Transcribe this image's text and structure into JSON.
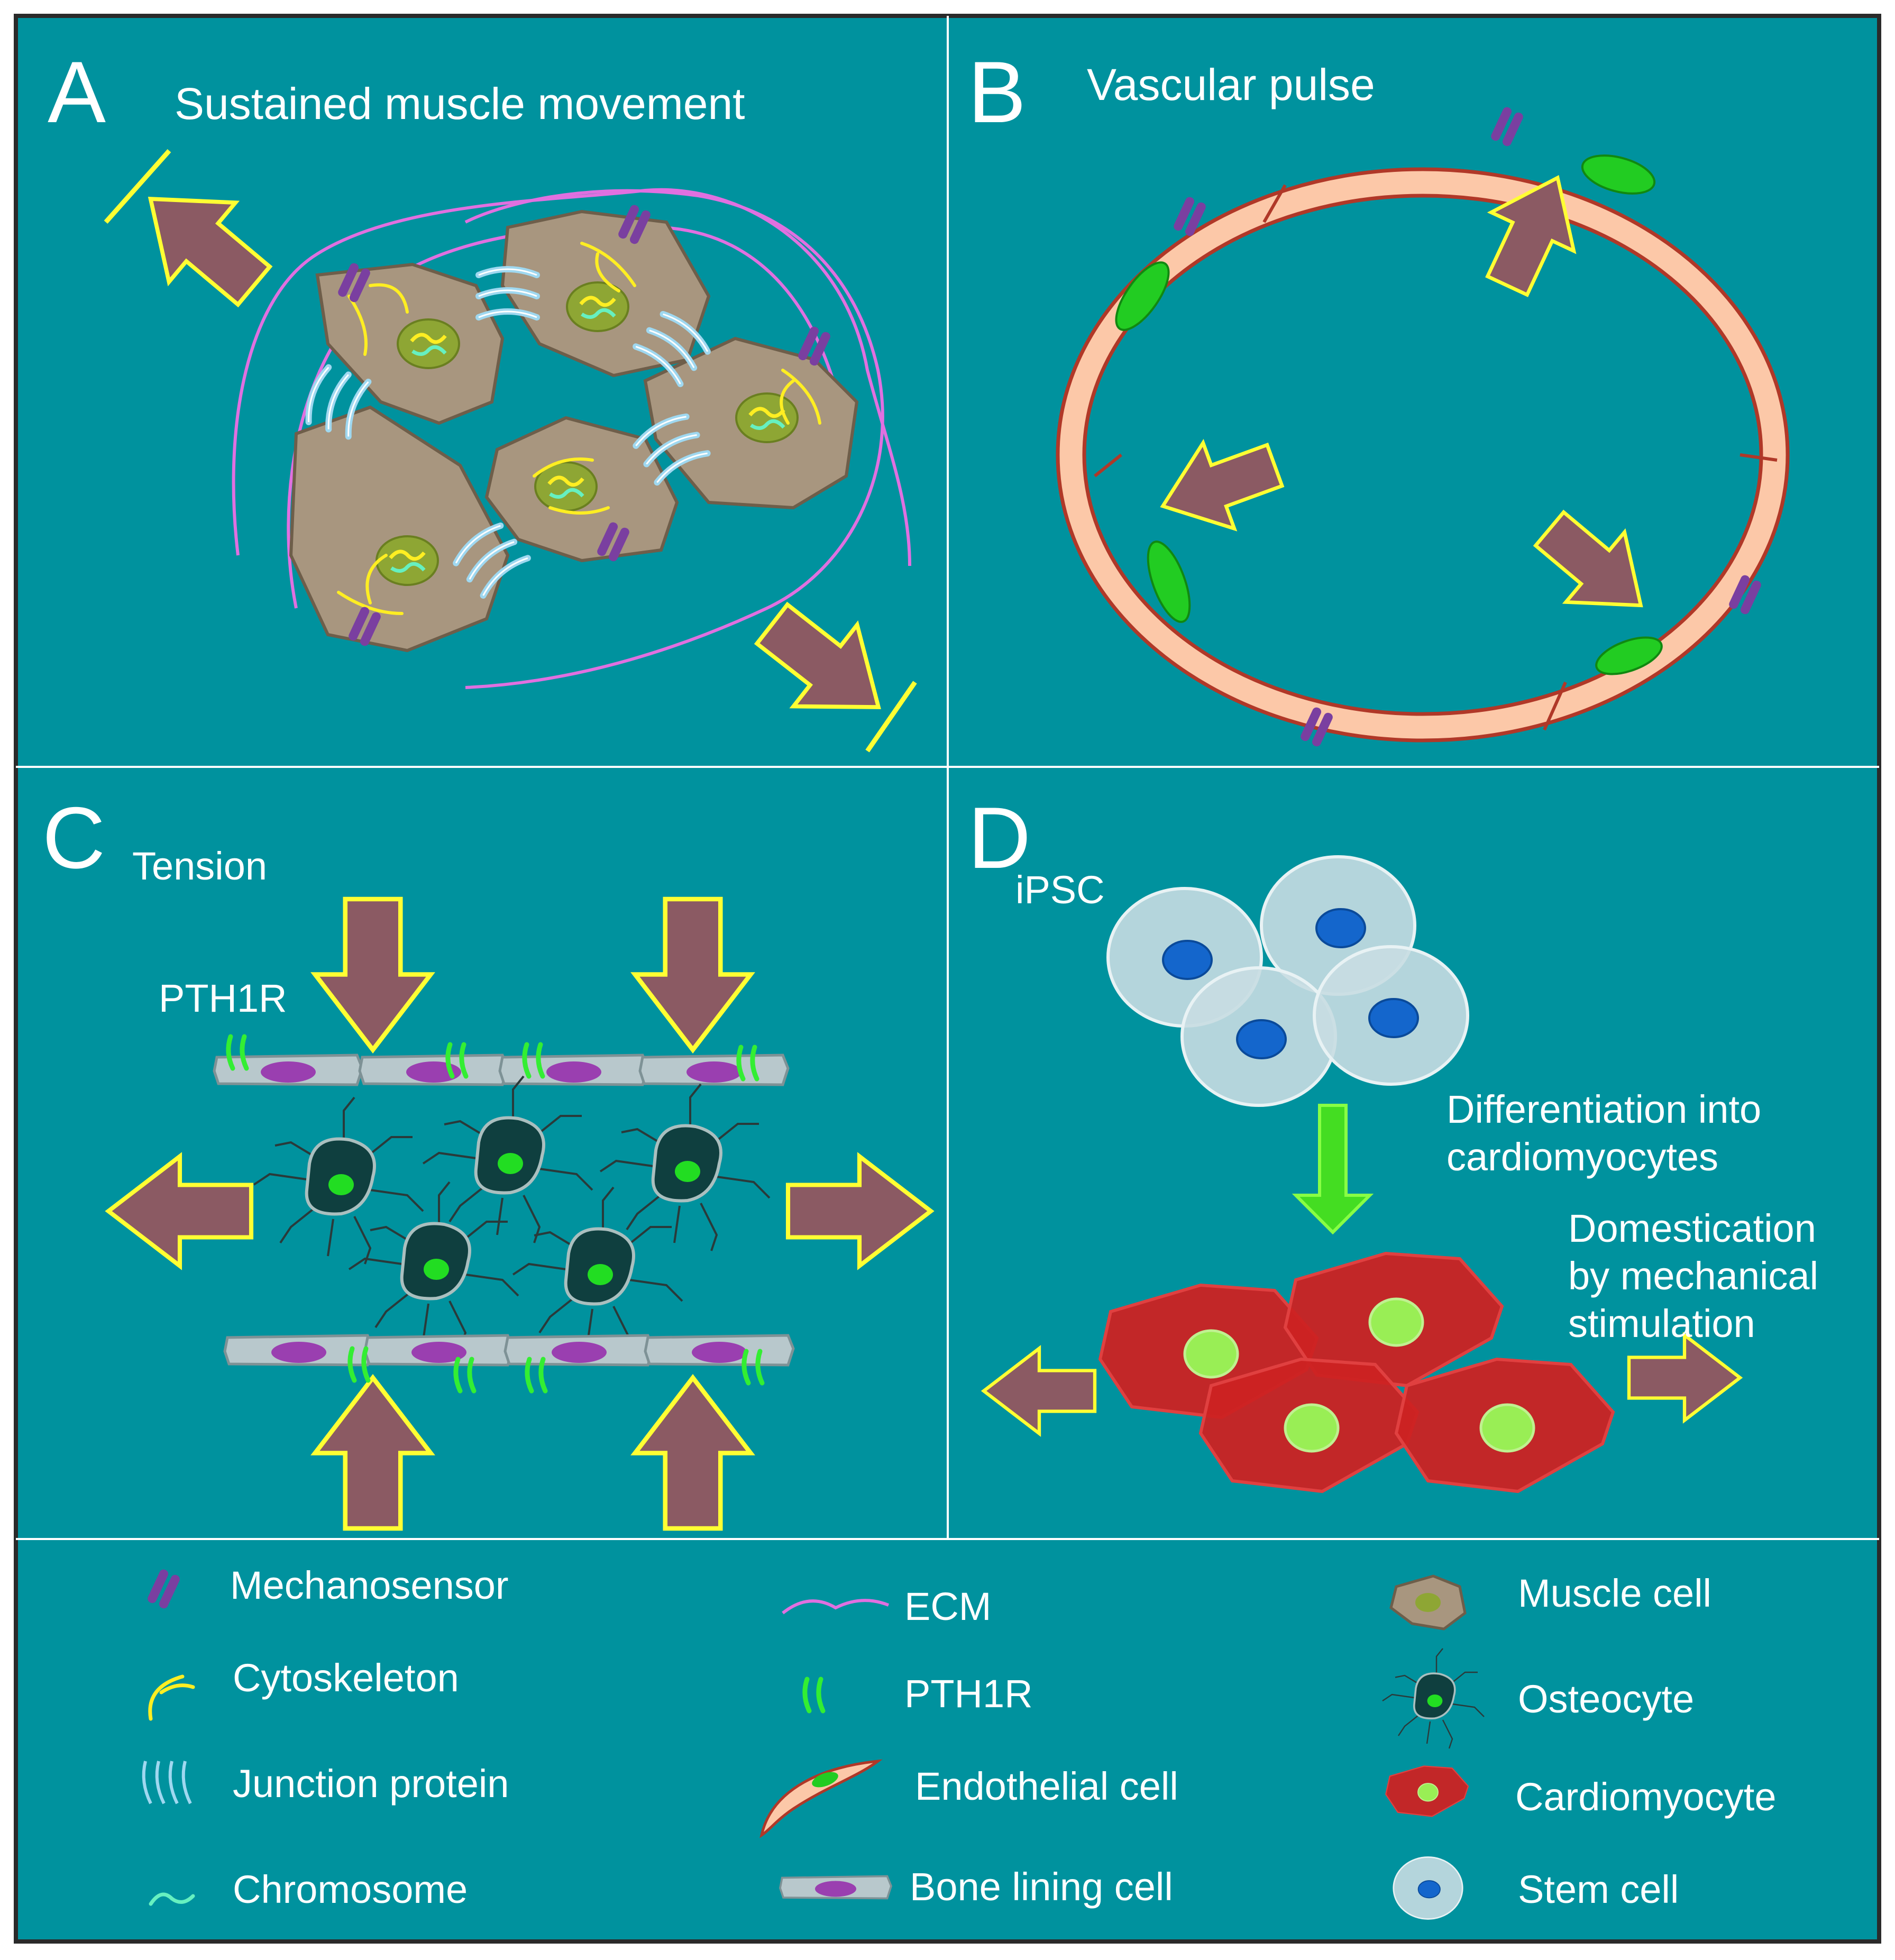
{
  "colors": {
    "background": "#00929E",
    "panel_border": "#ffffff",
    "arrow_fill": "#8B5A63",
    "arrow_stroke": "#FFFF33",
    "muscle_cell": "#A8967F",
    "ecm": "#E070E0",
    "cytoskeleton": "#FFEE22",
    "junction": "#9FD8F0",
    "mechanosensor": "#7A3FA0",
    "endothelial": "#FCC8A8",
    "endothelial_edge": "#B03828",
    "nucleus_green": "#22CC22",
    "bone_lining": "#B8C8CC",
    "bone_nucleus": "#9A3FB0",
    "pth1r": "#33EE33",
    "osteocyte": "#0F3F3F",
    "stem_cell": "#C8DDE2",
    "stem_nucleus": "#1466CC",
    "cardiomyocyte": "#CC2222",
    "cardio_nucleus": "#99EE55",
    "green_arrow": "#44DD22"
  },
  "panels": {
    "a": {
      "letter": "A",
      "title": "Sustained muscle movement"
    },
    "b": {
      "letter": "B",
      "title": "Vascular pulse"
    },
    "c": {
      "letter": "C",
      "title": "Tension",
      "receptor_label": "PTH1R"
    },
    "d": {
      "letter": "D",
      "title": "iPSC",
      "diff_line1": "Differentiation into",
      "diff_line2": "cardiomyocytes",
      "dom_line1": "Domestication",
      "dom_line2": "by mechanical",
      "dom_line3": "stimulation"
    }
  },
  "legend": {
    "items": [
      {
        "icon": "mechanosensor-icon",
        "label": "Mechanosensor"
      },
      {
        "icon": "cytoskeleton-icon",
        "label": "Cytoskeleton"
      },
      {
        "icon": "junction-protein-icon",
        "label": "Junction protein"
      },
      {
        "icon": "chromosome-icon",
        "label": "Chromosome"
      },
      {
        "icon": "ecm-icon",
        "label": "ECM"
      },
      {
        "icon": "pth1r-icon",
        "label": "PTH1R"
      },
      {
        "icon": "endothelial-cell-icon",
        "label": "Endothelial cell"
      },
      {
        "icon": "bone-lining-cell-icon",
        "label": "Bone lining cell"
      },
      {
        "icon": "muscle-cell-icon",
        "label": "Muscle cell"
      },
      {
        "icon": "osteocyte-icon",
        "label": "Osteocyte"
      },
      {
        "icon": "cardiomyocyte-icon",
        "label": "Cardiomyocyte"
      },
      {
        "icon": "stem-cell-icon",
        "label": "Stem cell"
      }
    ]
  }
}
